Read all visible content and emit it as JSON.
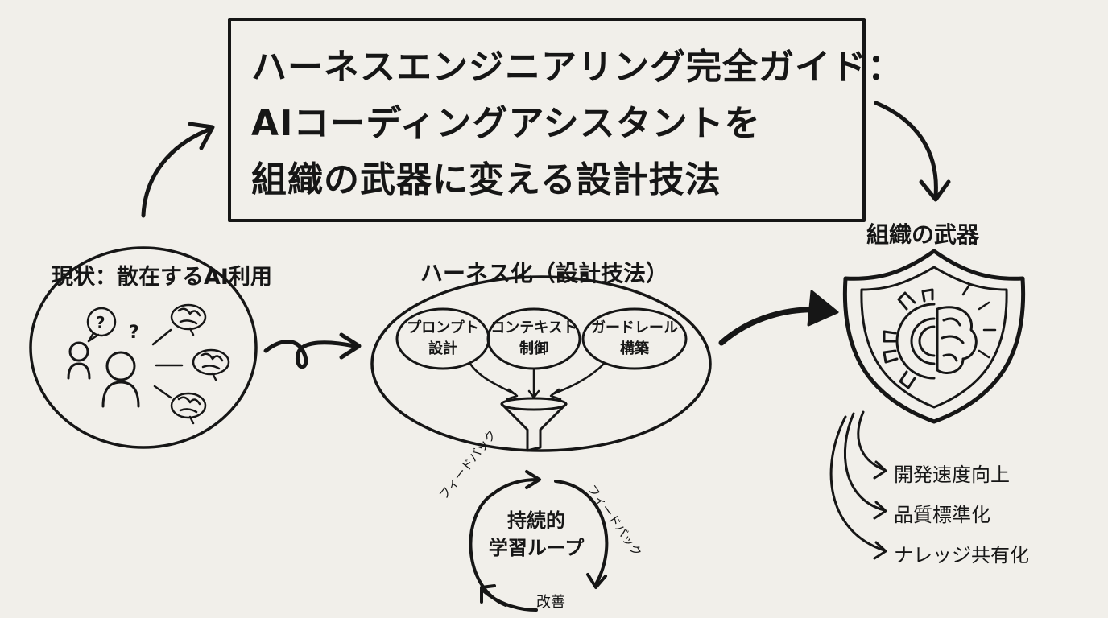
{
  "title": {
    "line1": "ハーネスエンジニアリング完全ガイド：",
    "line2": "AIコーディングアシスタントを",
    "line3": "組織の武器に変える設計技法"
  },
  "current_state": {
    "heading": "現状：散在するAI利用",
    "icons": [
      "person-icon",
      "question-bubble-icon",
      "brain-icon"
    ]
  },
  "harness": {
    "heading": "ハーネス化（設計技法）",
    "components": [
      {
        "line1": "プロンプト",
        "line2": "設計"
      },
      {
        "line1": "コンテキスト",
        "line2": "制御"
      },
      {
        "line1": "ガードレール",
        "line2": "構築"
      }
    ],
    "funnel_icon": "funnel-icon"
  },
  "loop": {
    "center_line1": "持続的",
    "center_line2": "学習ループ",
    "left_label": "フィードバック",
    "right_label": "フィードバック",
    "bottom_label": "改善"
  },
  "weapon": {
    "heading": "組織の武器",
    "icon": "shield-gear-brain-icon",
    "benefits": [
      "開発速度向上",
      "品質標準化",
      "ナレッジ共有化"
    ]
  }
}
